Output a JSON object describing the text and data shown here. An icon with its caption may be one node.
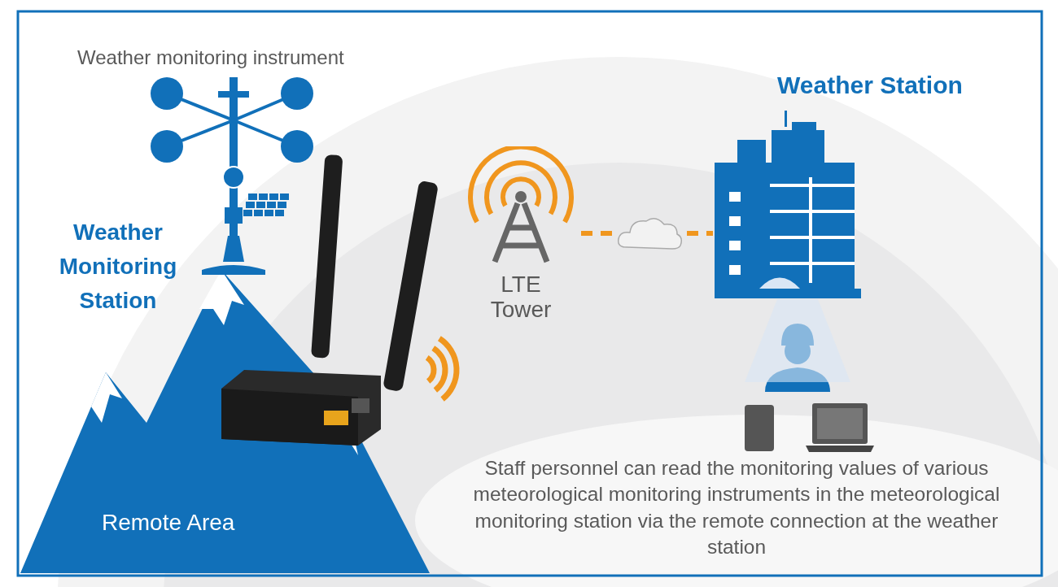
{
  "diagram": {
    "nodes": [
      {
        "text": [
          "LTE Tower"
        ]
      },
      {
        "text": [],
        "shape": "cloud"
      },
      {
        "text": [
          "Weather Station"
        ]
      }
    ],
    "edges": [
      {
        "from": 0,
        "to": 1,
        "arrow": "none",
        "style": "dashed"
      },
      {
        "from": 1,
        "to": 2,
        "arrow": "none",
        "style": "dashed"
      }
    ],
    "labels": [
      "Weather monitoring instrument",
      "Weather Monitoring Station",
      "Remote Area",
      "Staff personnel can read the monitoring values of various meteorological monitoring instruments in the meteorological monitoring station via the remote connection at the weather station"
    ]
  }
}
